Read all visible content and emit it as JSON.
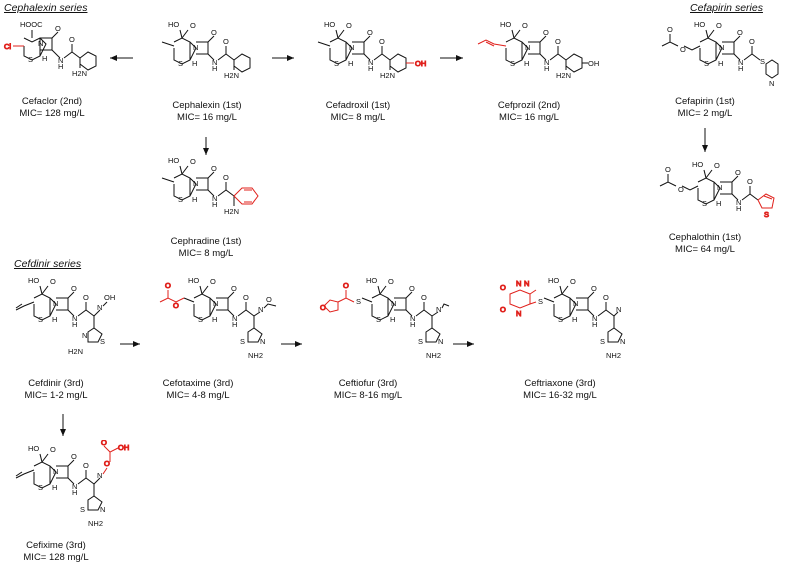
{
  "series": {
    "cephalexin": "Cephalexin series",
    "cefapirin": "Cefapirin series",
    "cefdinir": "Cefdinir series"
  },
  "compounds": [
    {
      "name": "Cefaclor (2nd)",
      "mic": "MIC= 128 mg/L"
    },
    {
      "name": "Cephalexin (1st)",
      "mic": "MIC= 16 mg/L"
    },
    {
      "name": "Cefadroxil (1st)",
      "mic": "MIC= 8 mg/L"
    },
    {
      "name": "Cefprozil (2nd)",
      "mic": "MIC= 16 mg/L"
    },
    {
      "name": "Cefapirin (1st)",
      "mic": "MIC= 2 mg/L"
    },
    {
      "name": "Cephradine (1st)",
      "mic": "MIC= 8 mg/L"
    },
    {
      "name": "Cephalothin (1st)",
      "mic": "MIC= 64 mg/L"
    },
    {
      "name": "Cefdinir (3rd)",
      "mic": "MIC= 1-2 mg/L"
    },
    {
      "name": "Cefotaxime (3rd)",
      "mic": "MIC= 4-8 mg/L"
    },
    {
      "name": "Ceftiofur (3rd)",
      "mic": "MIC= 8-16 mg/L"
    },
    {
      "name": "Ceftriaxone (3rd)",
      "mic": "MIC= 16-32 mg/L"
    },
    {
      "name": "Cefixime (3rd)",
      "mic": "MIC= 128 mg/L"
    }
  ],
  "atoms": {
    "hooc": "HOOC",
    "ho": "HO",
    "o": "O",
    "n": "N",
    "s": "S",
    "h": "H",
    "nh": "N",
    "nh_h": "H",
    "nh2": "NH2",
    "h2n": "H2N",
    "oh": "OH",
    "cl": "Cl",
    "ome": "O",
    "nh_lone": "N"
  }
}
